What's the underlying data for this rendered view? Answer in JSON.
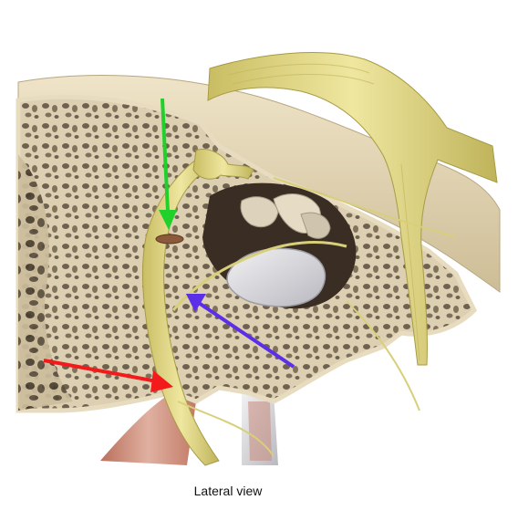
{
  "caption": "Lateral view",
  "colors": {
    "background": "#ffffff",
    "bone_cortex": "#e8dcc0",
    "bone_trabecular": "#b8a888",
    "bone_shadow": "#4a3c2e",
    "nerve": "#e6dd8a",
    "nerve_dark": "#b8ab50",
    "membrane": "#dcdce0",
    "muscle": "#c78872",
    "arrow_green": "#1fd12a",
    "arrow_red": "#f21a1a",
    "arrow_blue": "#5b2ee8"
  },
  "arrows": [
    {
      "id": "green",
      "color_name": "green",
      "direction": "down"
    },
    {
      "id": "red",
      "color_name": "red",
      "direction": "right"
    },
    {
      "id": "blue",
      "color_name": "blue",
      "direction": "up-left"
    }
  ]
}
